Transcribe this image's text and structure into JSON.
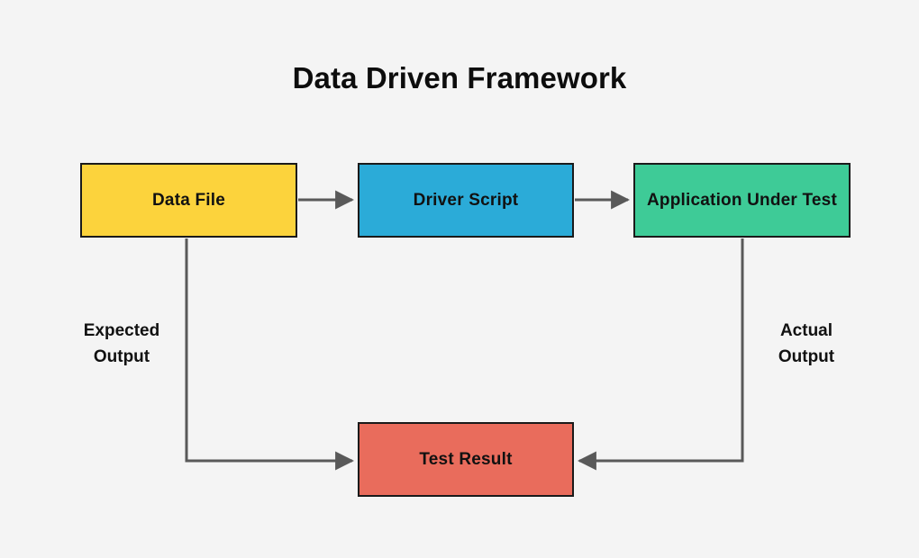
{
  "diagram": {
    "title": "Data Driven Framework",
    "background_color": "#f4f4f4",
    "connector_color": "#595959",
    "border_color": "#1a1a1a",
    "nodes": [
      {
        "id": "data-file",
        "label": "Data File",
        "color": "#FCD33C"
      },
      {
        "id": "driver",
        "label": "Driver Script",
        "color": "#2BABD8"
      },
      {
        "id": "app",
        "label": "Application Under Test",
        "color": "#3ECB97"
      },
      {
        "id": "test-result",
        "label": "Test Result",
        "color": "#E96C5C"
      }
    ],
    "edge_labels": [
      {
        "id": "expected-output",
        "label": "Expected\nOutput"
      },
      {
        "id": "actual-output",
        "label": "Actual\nOutput"
      }
    ],
    "connections": [
      {
        "from": "data-file",
        "to": "driver",
        "label": ""
      },
      {
        "from": "driver",
        "to": "app",
        "label": ""
      },
      {
        "from": "data-file",
        "to": "test-result",
        "label": "Expected Output"
      },
      {
        "from": "app",
        "to": "test-result",
        "label": "Actual Output"
      }
    ]
  }
}
